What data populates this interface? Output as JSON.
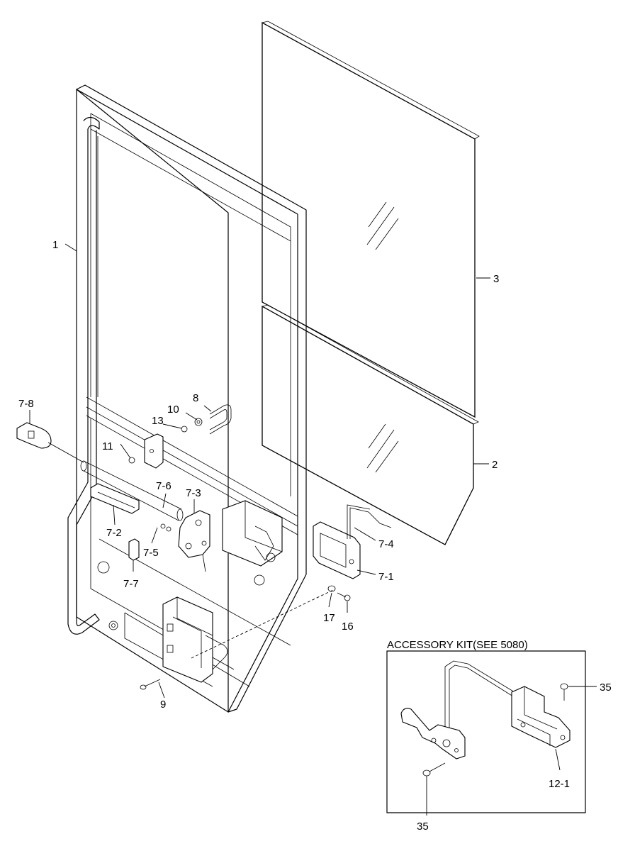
{
  "labels": {
    "p1": "1",
    "p2": "2",
    "p3": "3",
    "p7_1": "7-1",
    "p7_2": "7-2",
    "p7_3": "7-3",
    "p7_4": "7-4",
    "p7_5": "7-5",
    "p7_6": "7-6",
    "p7_7": "7-7",
    "p7_8": "7-8",
    "p8": "8",
    "p9": "9",
    "p10": "10",
    "p11": "11",
    "p13": "13",
    "p16": "16",
    "p17": "17",
    "p35a": "35",
    "p35b": "35",
    "p12_1": "12-1"
  },
  "accessory_kit": {
    "title": "ACCESSORY KIT(SEE 5080)"
  }
}
